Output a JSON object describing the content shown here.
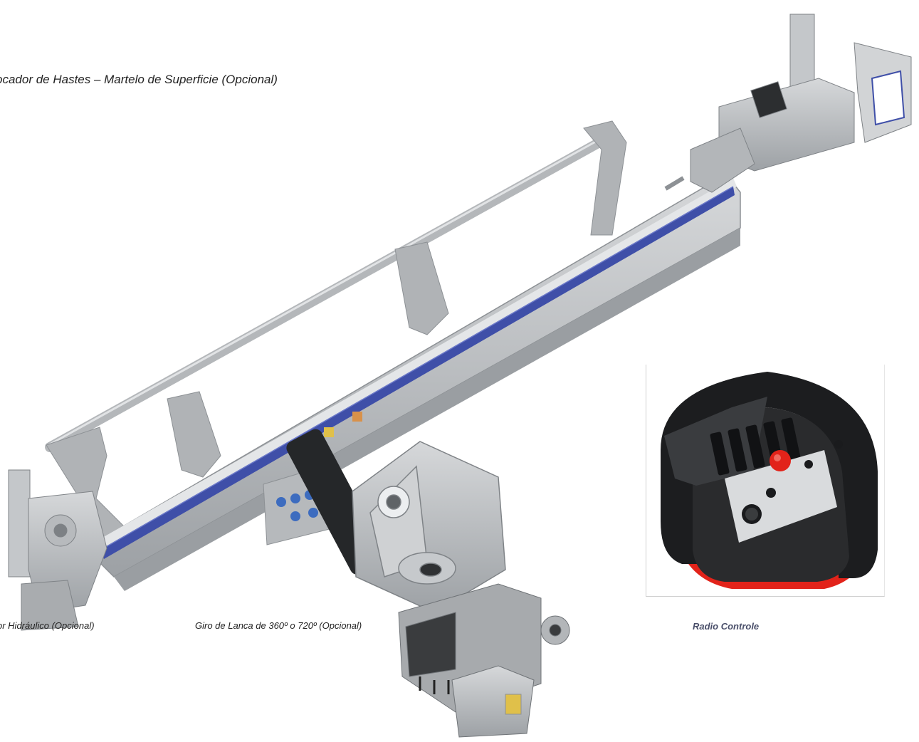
{
  "captions": {
    "top": "ocador de Hastes – Martelo de Superficie (Opcional)",
    "bottom_left": "or Hidráulico (Opcional)",
    "giro": "Giro de Lanca de 360º o 720º (Opcional)",
    "radio": "Radio Controle"
  },
  "colors": {
    "boom_gray": "#b9bcbf",
    "rail_blue": "#3f4fa8",
    "accent_red": "#e2231a",
    "caption_blue": "#4a4f6a"
  },
  "icons": {
    "machine": "drill-boom-illustration",
    "remote": "radio-remote-control-illustration"
  }
}
